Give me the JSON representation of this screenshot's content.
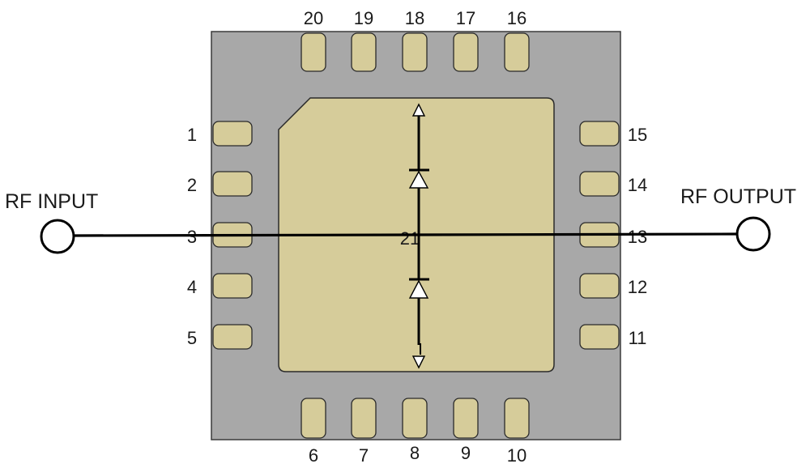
{
  "labels": {
    "rf_input": "RF INPUT",
    "rf_output": "RF OUTPUT",
    "center_pin": "21"
  },
  "pins": {
    "left": [
      "1",
      "2",
      "3",
      "4",
      "5"
    ],
    "bottom": [
      "6",
      "7",
      "8",
      "9",
      "10"
    ],
    "right": [
      "15",
      "14",
      "13",
      "12",
      "11"
    ],
    "top": [
      "20",
      "19",
      "18",
      "17",
      "16"
    ]
  },
  "colors": {
    "package_body": "#a8a8a8",
    "pad": "#d6cc9a",
    "trace": "#000000"
  }
}
